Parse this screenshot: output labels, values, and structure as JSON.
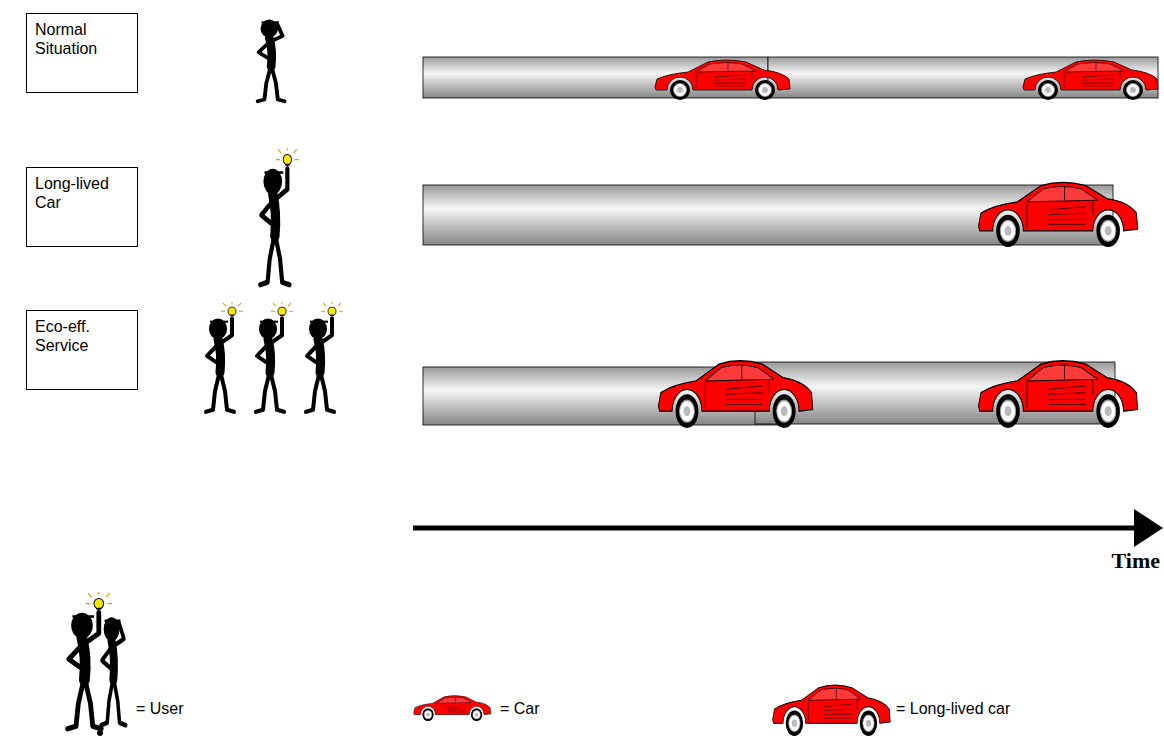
{
  "diagram": {
    "nodes": [
      {
        "text": [
          "Normal Situation"
        ]
      },
      {
        "text": [
          "Long-lived Car"
        ]
      },
      {
        "text": [
          "Eco-eff. Service"
        ]
      }
    ],
    "labels": [
      "Time"
    ],
    "legend": [
      {
        "text": "= User"
      },
      {
        "text": "= Car"
      },
      {
        "text": "= Long-lived car"
      }
    ]
  }
}
